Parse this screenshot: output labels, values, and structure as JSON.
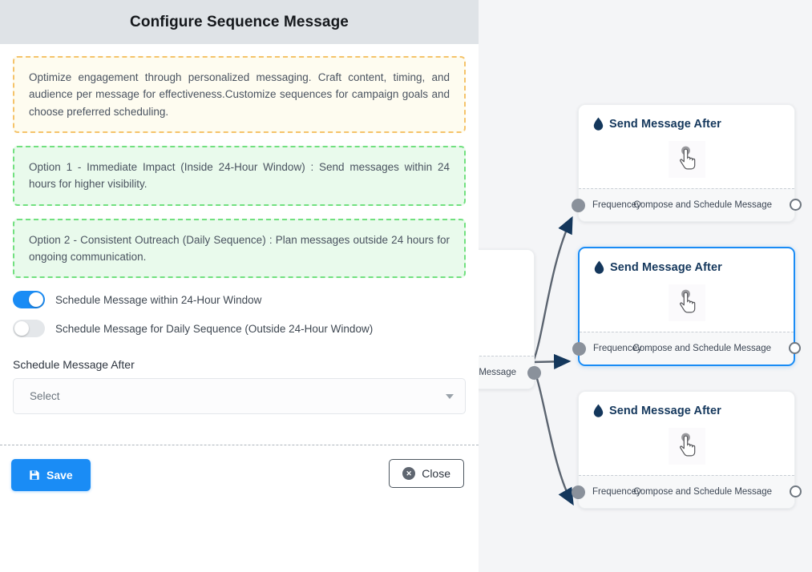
{
  "panel": {
    "title": "Configure Sequence Message",
    "notes": [
      {
        "style": "yellow",
        "text": "Optimize engagement through personalized messaging. Craft content, timing, and audience per message for effectiveness.Customize sequences for campaign goals and choose preferred scheduling."
      },
      {
        "style": "green",
        "text": "Option 1 - Immediate Impact (Inside 24-Hour Window) : Send messages within 24 hours for higher visibility."
      },
      {
        "style": "green",
        "text": "Option 2 - Consistent Outreach (Daily Sequence) : Plan messages outside 24 hours for ongoing communication."
      }
    ],
    "toggles": [
      {
        "label": "Schedule Message within 24-Hour Window",
        "state": "on"
      },
      {
        "label": "Schedule Message for Daily Sequence (Outside 24-Hour Window)",
        "state": "off"
      }
    ],
    "schedule_field": {
      "label": "Schedule Message After",
      "value": "Select",
      "caret_icon": "chevron-down-icon"
    },
    "footer": {
      "save_label": "Save",
      "save_icon": "save-disk-icon",
      "close_label": "Close",
      "close_icon": "close-circle-icon"
    }
  },
  "canvas": {
    "partial_node": {
      "foot_label": "ce Message"
    },
    "nodes": [
      {
        "title": "Send Message After",
        "title_icon": "water-drop-icon",
        "body_icon": "pointing-hand-icon",
        "foot_left": "Frequencey",
        "foot_right": "Compose and Schedule Message",
        "selected": false
      },
      {
        "title": "Send Message After",
        "title_icon": "water-drop-icon",
        "body_icon": "pointing-hand-icon",
        "foot_left": "Frequencey",
        "foot_right": "Compose and Schedule Message",
        "selected": true
      },
      {
        "title": "Send Message After",
        "title_icon": "water-drop-icon",
        "body_icon": "pointing-hand-icon",
        "foot_left": "Frequencey",
        "foot_right": "Compose and Schedule Message",
        "selected": false
      }
    ]
  },
  "colors": {
    "accent_blue": "#1a8cf5",
    "node_title": "#14375c",
    "note_yellow_border": "#f5c36a",
    "note_green_border": "#71e07f",
    "edge": "#5b6470",
    "arrow": "#14375c",
    "canvas_bg": "#f4f5f7",
    "header_bg": "#dfe3e7"
  }
}
